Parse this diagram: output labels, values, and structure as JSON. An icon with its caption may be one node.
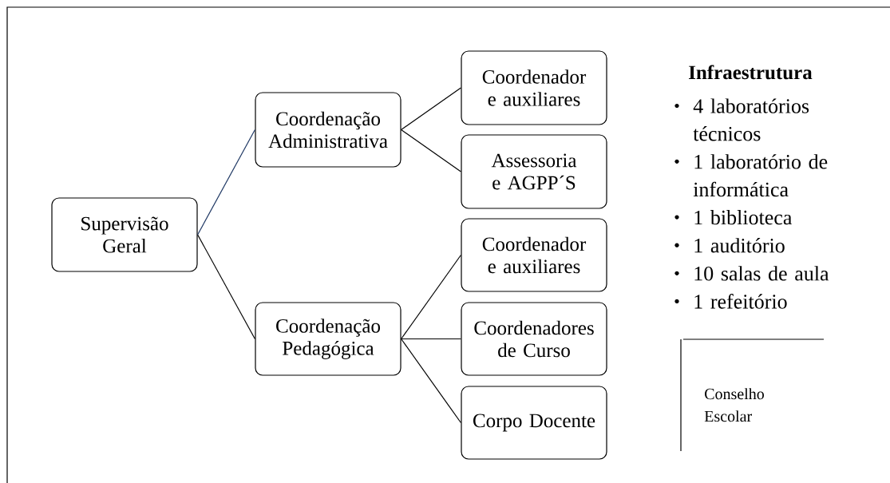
{
  "diagram": {
    "nodes": [
      {
        "text": [
          "Supervisão Geral"
        ]
      },
      {
        "text": [
          "Coordenação Administrativa"
        ]
      },
      {
        "text": [
          "Coordenação Pedagógica"
        ]
      },
      {
        "text": [
          "Coordenador e auxiliares"
        ]
      },
      {
        "text": [
          "Assessoria e AGPP´S"
        ]
      },
      {
        "text": [
          "Coordenador e auxiliares"
        ]
      },
      {
        "text": [
          "Coordenadores de Curso"
        ]
      },
      {
        "text": [
          "Corpo Docente"
        ]
      }
    ],
    "edges": [
      {
        "from": 0,
        "to": 1,
        "arrow": "none",
        "color": "#1f3864"
      },
      {
        "from": 0,
        "to": 2,
        "arrow": "none"
      },
      {
        "from": 1,
        "to": 3,
        "arrow": "none"
      },
      {
        "from": 1,
        "to": 4,
        "arrow": "none"
      },
      {
        "from": 2,
        "to": 5,
        "arrow": "none"
      },
      {
        "from": 2,
        "to": 6,
        "arrow": "none"
      },
      {
        "from": 2,
        "to": 7,
        "arrow": "none"
      }
    ],
    "labels": [
      "Infraestrutura",
      "4 laboratórios técnicos",
      "1 laboratório de informática",
      "1 biblioteca",
      "1 auditório",
      "10 salas de aula",
      "1 refeitório",
      "Conselho Escolar"
    ]
  }
}
